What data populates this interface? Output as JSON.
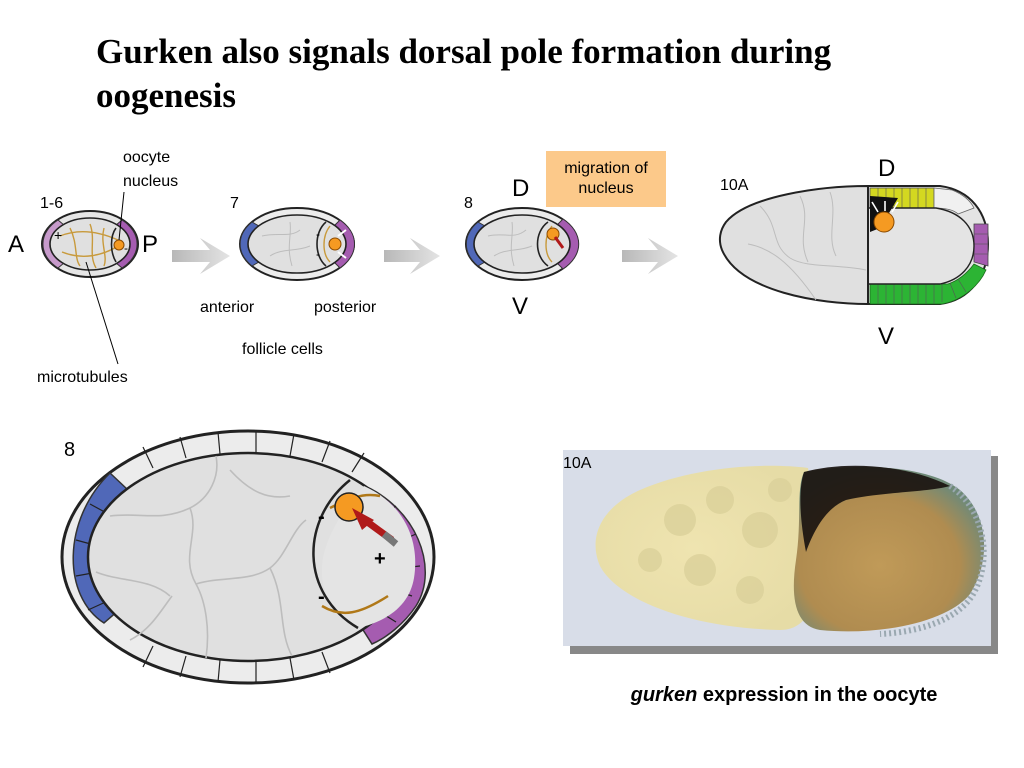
{
  "title": "Gurken also signals dorsal pole formation during oogenesis",
  "labels": {
    "oocyte_nucleus_1": "oocyte",
    "oocyte_nucleus_2": "nucleus",
    "stage_1_6": "1-6",
    "stage_7": "7",
    "stage_8": "8",
    "stage_10a": "10A",
    "stage_8_large": "8",
    "photo_stage": "10A",
    "pole_a": "A",
    "pole_p": "P",
    "dorsal_8": "D",
    "ventral_8": "V",
    "dorsal_10a": "D",
    "ventral_10a": "V",
    "anterior": "anterior",
    "posterior": "posterior",
    "follicle_cells": "follicle cells",
    "microtubules": "microtubules",
    "plus": "+",
    "minus": "-"
  },
  "callout": {
    "line1": "migration of",
    "line2": "nucleus"
  },
  "caption": {
    "gene": "gurken",
    "rest": " expression in the oocyte"
  },
  "colors": {
    "anterior_follicle": "#5068b8",
    "posterior_follicle": "#a55cb0",
    "dorsal_follicle": "#d4d820",
    "ventral_follicle": "#2cb434",
    "nucleus": "#f59a22",
    "arrow": "#c8c8c8",
    "callout_bg": "#fcc98a",
    "migration_arrow": "#b01a1a"
  }
}
